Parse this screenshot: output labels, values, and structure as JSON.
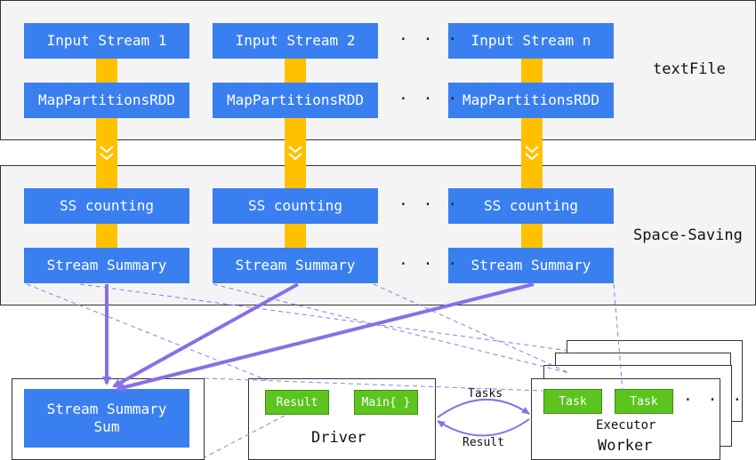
{
  "stages": {
    "textfile_label": "textFile",
    "space_saving_label": "Space-Saving"
  },
  "columns": [
    {
      "input": "Input Stream 1",
      "rdd": "MapPartitionsRDD",
      "counting": "SS counting",
      "summary": "Stream Summary"
    },
    {
      "input": "Input Stream 2",
      "rdd": "MapPartitionsRDD",
      "counting": "SS counting",
      "summary": "Stream Summary"
    },
    {
      "input": "Input Stream n",
      "rdd": "MapPartitionsRDD",
      "counting": "SS counting",
      "summary": "Stream Summary"
    }
  ],
  "ellipsis": "· · ·",
  "sum_box": {
    "line1": "Stream Summary",
    "line2": "Sum"
  },
  "driver": {
    "label": "Driver",
    "result": "Result",
    "main": "Main{ }"
  },
  "worker": {
    "label": "Worker",
    "executor": "Executor",
    "task1": "Task",
    "task2": "Task",
    "ellipsis": "· · ·"
  },
  "arrows": {
    "tasks": "Tasks",
    "result": "Result"
  },
  "colors": {
    "box_blue": "#3a7ff0",
    "connector_yellow": "#ffc000",
    "task_green": "#5cc41e",
    "arrow_purple": "#8a6ee8"
  }
}
